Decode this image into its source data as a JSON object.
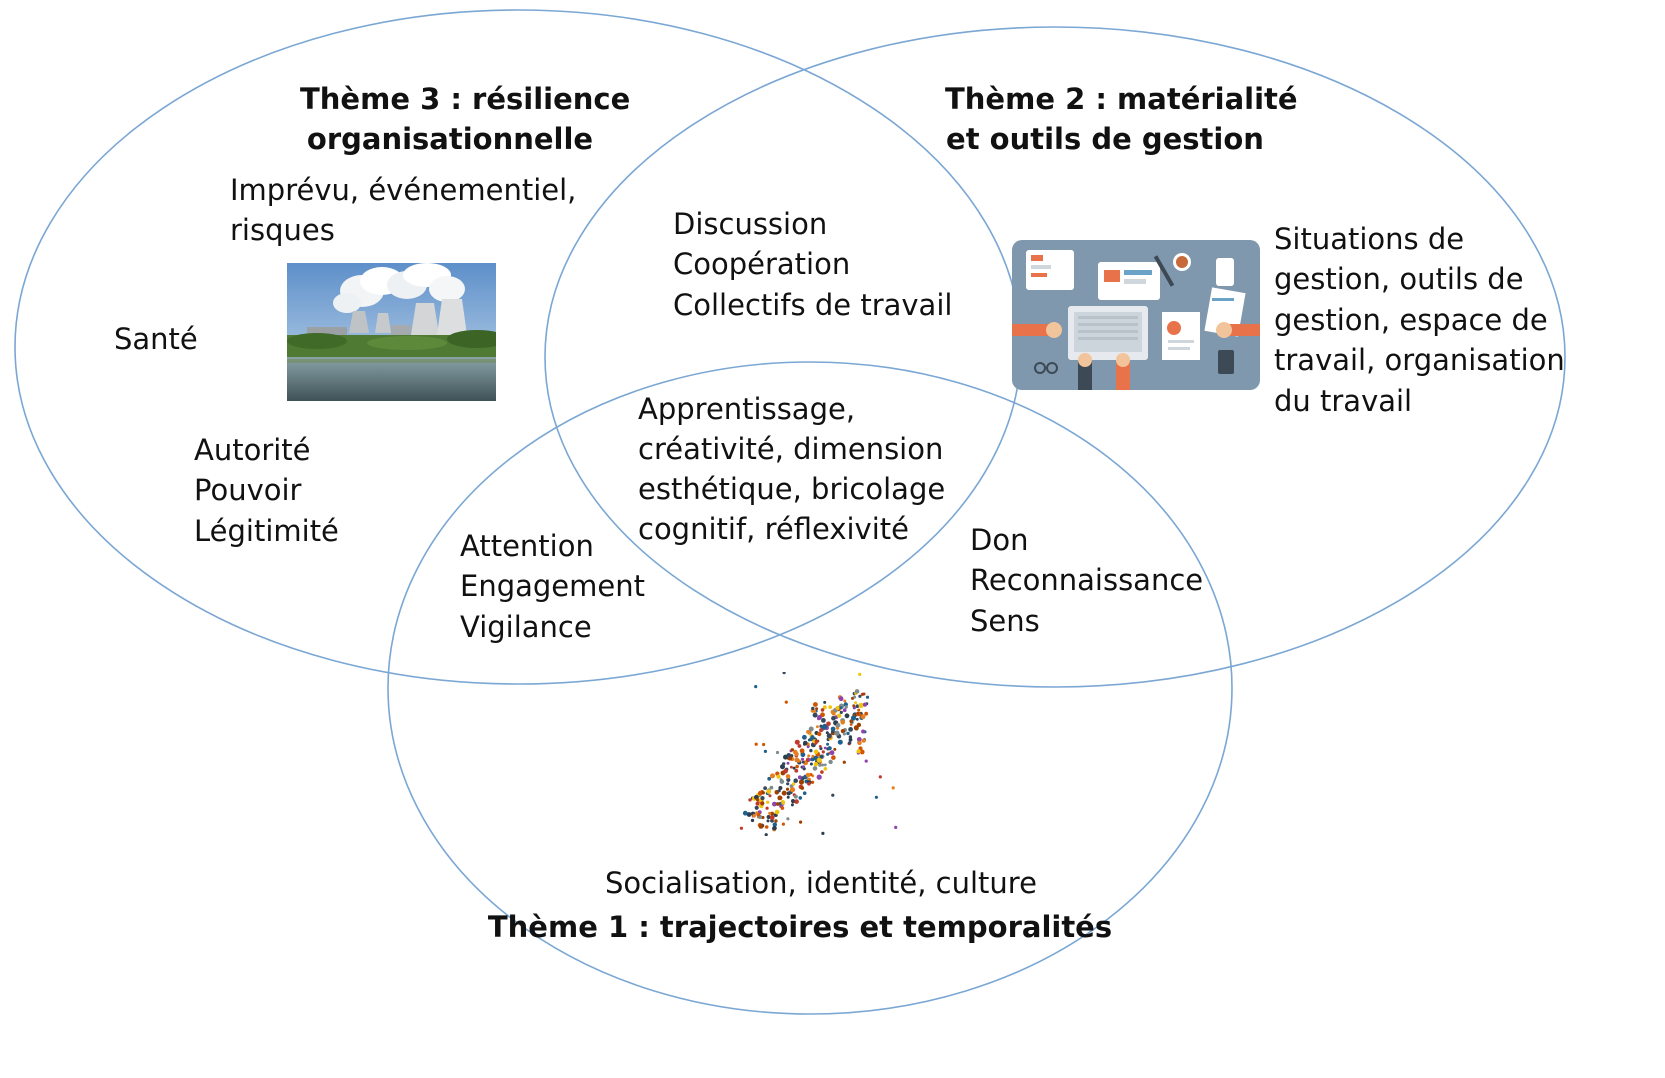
{
  "colors": {
    "circle_stroke": "#7ba7d4",
    "text": "#111111"
  },
  "theme3": {
    "title_line1": "Thème 3 : résilience",
    "title_line2": "organisationnelle",
    "item_risk_line1": "Imprévu, événementiel,",
    "item_risk_line2": "risques",
    "item_health": "Santé",
    "item_authority": "Autorité",
    "item_power": "Pouvoir",
    "item_legitimacy": "Légitimité",
    "image": "nuclear-power-plant-photo"
  },
  "theme2": {
    "title_line1": "Thème 2 : matérialité",
    "title_line2": "et outils de gestion",
    "items_line1": "Situations de",
    "items_line2": "gestion, outils de",
    "items_line3": "gestion, espace de",
    "items_line4": "travail, organisation",
    "items_line5": "du travail",
    "image": "desk-workspace-illustration"
  },
  "theme1": {
    "items": "Socialisation, identité, culture",
    "title": "Thème 1 : trajectoires et temporalités",
    "image": "crowd-arrow-photo"
  },
  "overlap_3_2": {
    "line1": "Discussion",
    "line2": "Coopération",
    "line3": "Collectifs de travail"
  },
  "overlap_3_1": {
    "line1": "Attention",
    "line2": "Engagement",
    "line3": "Vigilance"
  },
  "overlap_2_1": {
    "line1": "Don",
    "line2": "Reconnaissance",
    "line3": "Sens"
  },
  "overlap_all": {
    "line1": "Apprentissage,",
    "line2": "créativité, dimension",
    "line3": "esthétique, bricolage",
    "line4": "cognitif, réflexivité"
  }
}
